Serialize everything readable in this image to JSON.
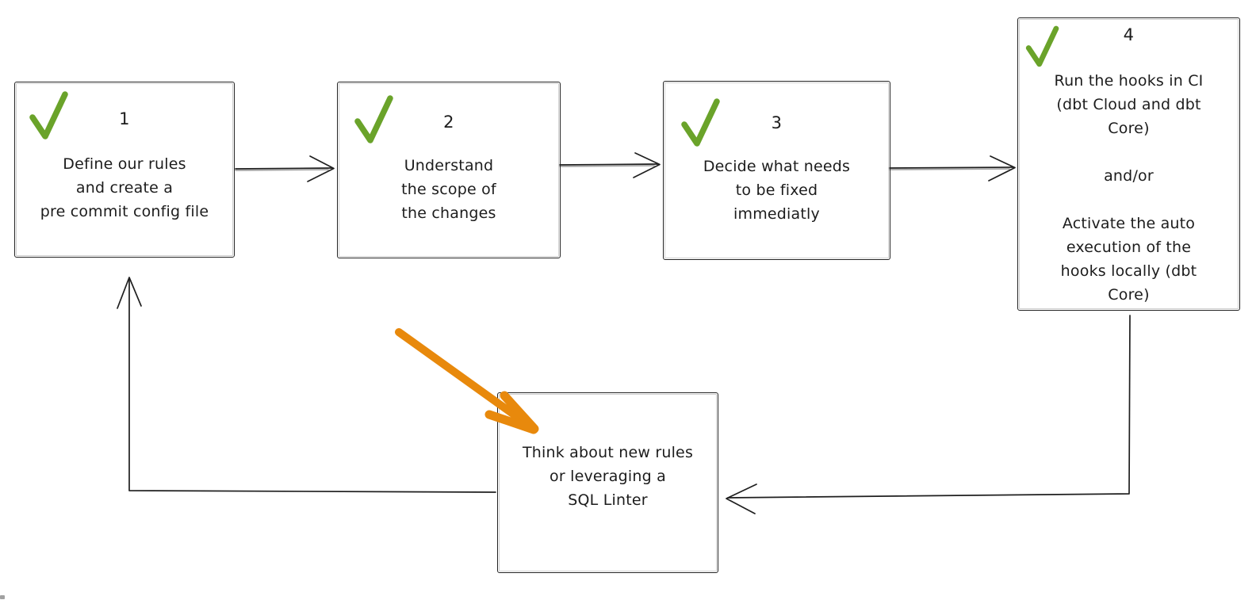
{
  "colors": {
    "ink": "#1f1f1f",
    "check": "#6aa32a",
    "highlight": "#e8890c",
    "background": "#ffffff"
  },
  "icons": {
    "check": "✓",
    "highlight_arrow": "arrow-down-right"
  },
  "steps": [
    {
      "number": "1",
      "lines": [
        "Define our rules",
        "and create a",
        "pre commit config file"
      ]
    },
    {
      "number": "2",
      "lines": [
        "Understand",
        "the scope of",
        "the changes"
      ]
    },
    {
      "number": "3",
      "lines": [
        "Decide what needs",
        "to be fixed",
        "immediatly"
      ]
    },
    {
      "number": "4",
      "paragraphs": [
        {
          "lines": [
            "Run the hooks in CI",
            "(dbt Cloud and dbt",
            "Core)"
          ]
        },
        {
          "lines": [
            "and/or"
          ]
        },
        {
          "lines": [
            "Activate the auto",
            "execution of the",
            "hooks locally (dbt",
            "Core)"
          ]
        }
      ]
    }
  ],
  "loop_box": {
    "lines": [
      "Think about new rules",
      "or leveraging a",
      "SQL Linter"
    ]
  },
  "connections": [
    {
      "from": "step-1",
      "to": "step-2"
    },
    {
      "from": "step-2",
      "to": "step-3"
    },
    {
      "from": "step-3",
      "to": "step-4"
    },
    {
      "from": "step-4",
      "to": "loop-box"
    },
    {
      "from": "loop-box",
      "to": "step-1"
    }
  ]
}
